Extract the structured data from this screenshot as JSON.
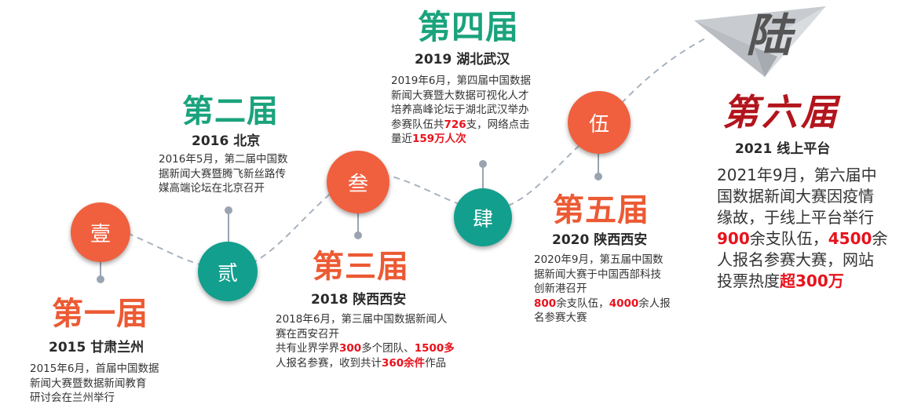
{
  "editions": [
    {
      "marker": "壹",
      "title": "第一届",
      "subtitle": "2015  甘肃兰州",
      "lines": [
        [
          {
            "t": "2015年6月，首届中国数据"
          }
        ],
        [
          {
            "t": "新闻大赛暨数据新闻教育"
          }
        ],
        [
          {
            "t": "研讨会在兰州举行"
          }
        ]
      ]
    },
    {
      "marker": "贰",
      "title": "第二届",
      "subtitle": "2016 北京",
      "lines": [
        [
          {
            "t": "2016年5月，第二届中国数"
          }
        ],
        [
          {
            "t": "据新闻大赛暨腾飞新丝路传"
          }
        ],
        [
          {
            "t": "媒高端论坛在北京召开"
          }
        ]
      ]
    },
    {
      "marker": "叁",
      "title": "第三届",
      "subtitle": "2018 陕西西安",
      "lines": [
        [
          {
            "t": "2018年6月，第三届中国数据新闻人"
          }
        ],
        [
          {
            "t": "赛在西安召开"
          }
        ],
        [
          {
            "t": "共有业界学界"
          },
          {
            "t": "300",
            "hl": true
          },
          {
            "t": "多个团队、"
          },
          {
            "t": "1500多",
            "hl": true
          }
        ],
        [
          {
            "t": "人报名参赛，收到共计"
          },
          {
            "t": "360余件",
            "hl": true
          },
          {
            "t": "作品"
          }
        ]
      ]
    },
    {
      "marker": "肆",
      "title": "第四届",
      "subtitle": "2019 湖北武汉",
      "lines": [
        [
          {
            "t": "2019年6月，第四届中国数据"
          }
        ],
        [
          {
            "t": "新闻大赛暨大数据可视化人才"
          }
        ],
        [
          {
            "t": "培养高峰论坛于湖北武汉举办"
          }
        ],
        [
          {
            "t": "参赛队伍共"
          },
          {
            "t": "726",
            "hl": true
          },
          {
            "t": "支，网络点击"
          }
        ],
        [
          {
            "t": "量近"
          },
          {
            "t": "159万人次",
            "hl": true
          }
        ]
      ]
    },
    {
      "marker": "伍",
      "title": "第五届",
      "subtitle": "2020 陕西西安",
      "lines": [
        [
          {
            "t": "2020年9月，第五届中国数"
          }
        ],
        [
          {
            "t": "据新闻大赛于中国西部科技"
          }
        ],
        [
          {
            "t": "创新港召开"
          }
        ],
        [
          {
            "t": "800",
            "hl": true
          },
          {
            "t": "余支队伍，"
          },
          {
            "t": "4000",
            "hl": true
          },
          {
            "t": "余人报"
          }
        ],
        [
          {
            "t": "名参赛大赛"
          }
        ]
      ]
    },
    {
      "marker": "陆",
      "title": "第六届",
      "subtitle": "2021 线上平台",
      "lines": [
        [
          {
            "t": "2021年9月，第六届中"
          }
        ],
        [
          {
            "t": "国数据新闻大赛因疫情"
          }
        ],
        [
          {
            "t": "缘故，于线上平台举行"
          }
        ],
        [
          {
            "t": "900",
            "hl": true
          },
          {
            "t": "余支队伍，"
          },
          {
            "t": "4500",
            "hl": true
          },
          {
            "t": "余"
          }
        ],
        [
          {
            "t": "人报名参赛大赛，网站"
          }
        ],
        [
          {
            "t": "投票热度"
          },
          {
            "t": "超300万",
            "hl": true
          }
        ]
      ]
    }
  ],
  "colors": {
    "orange": "#f0603f",
    "teal": "#129f8e",
    "title_green": "#1aa37d",
    "title_orange": "#ec5a33",
    "highlight": "#e8121c",
    "sixth_title": "#b3151d"
  },
  "icons": {
    "paper_plane": "paper-plane-icon"
  }
}
